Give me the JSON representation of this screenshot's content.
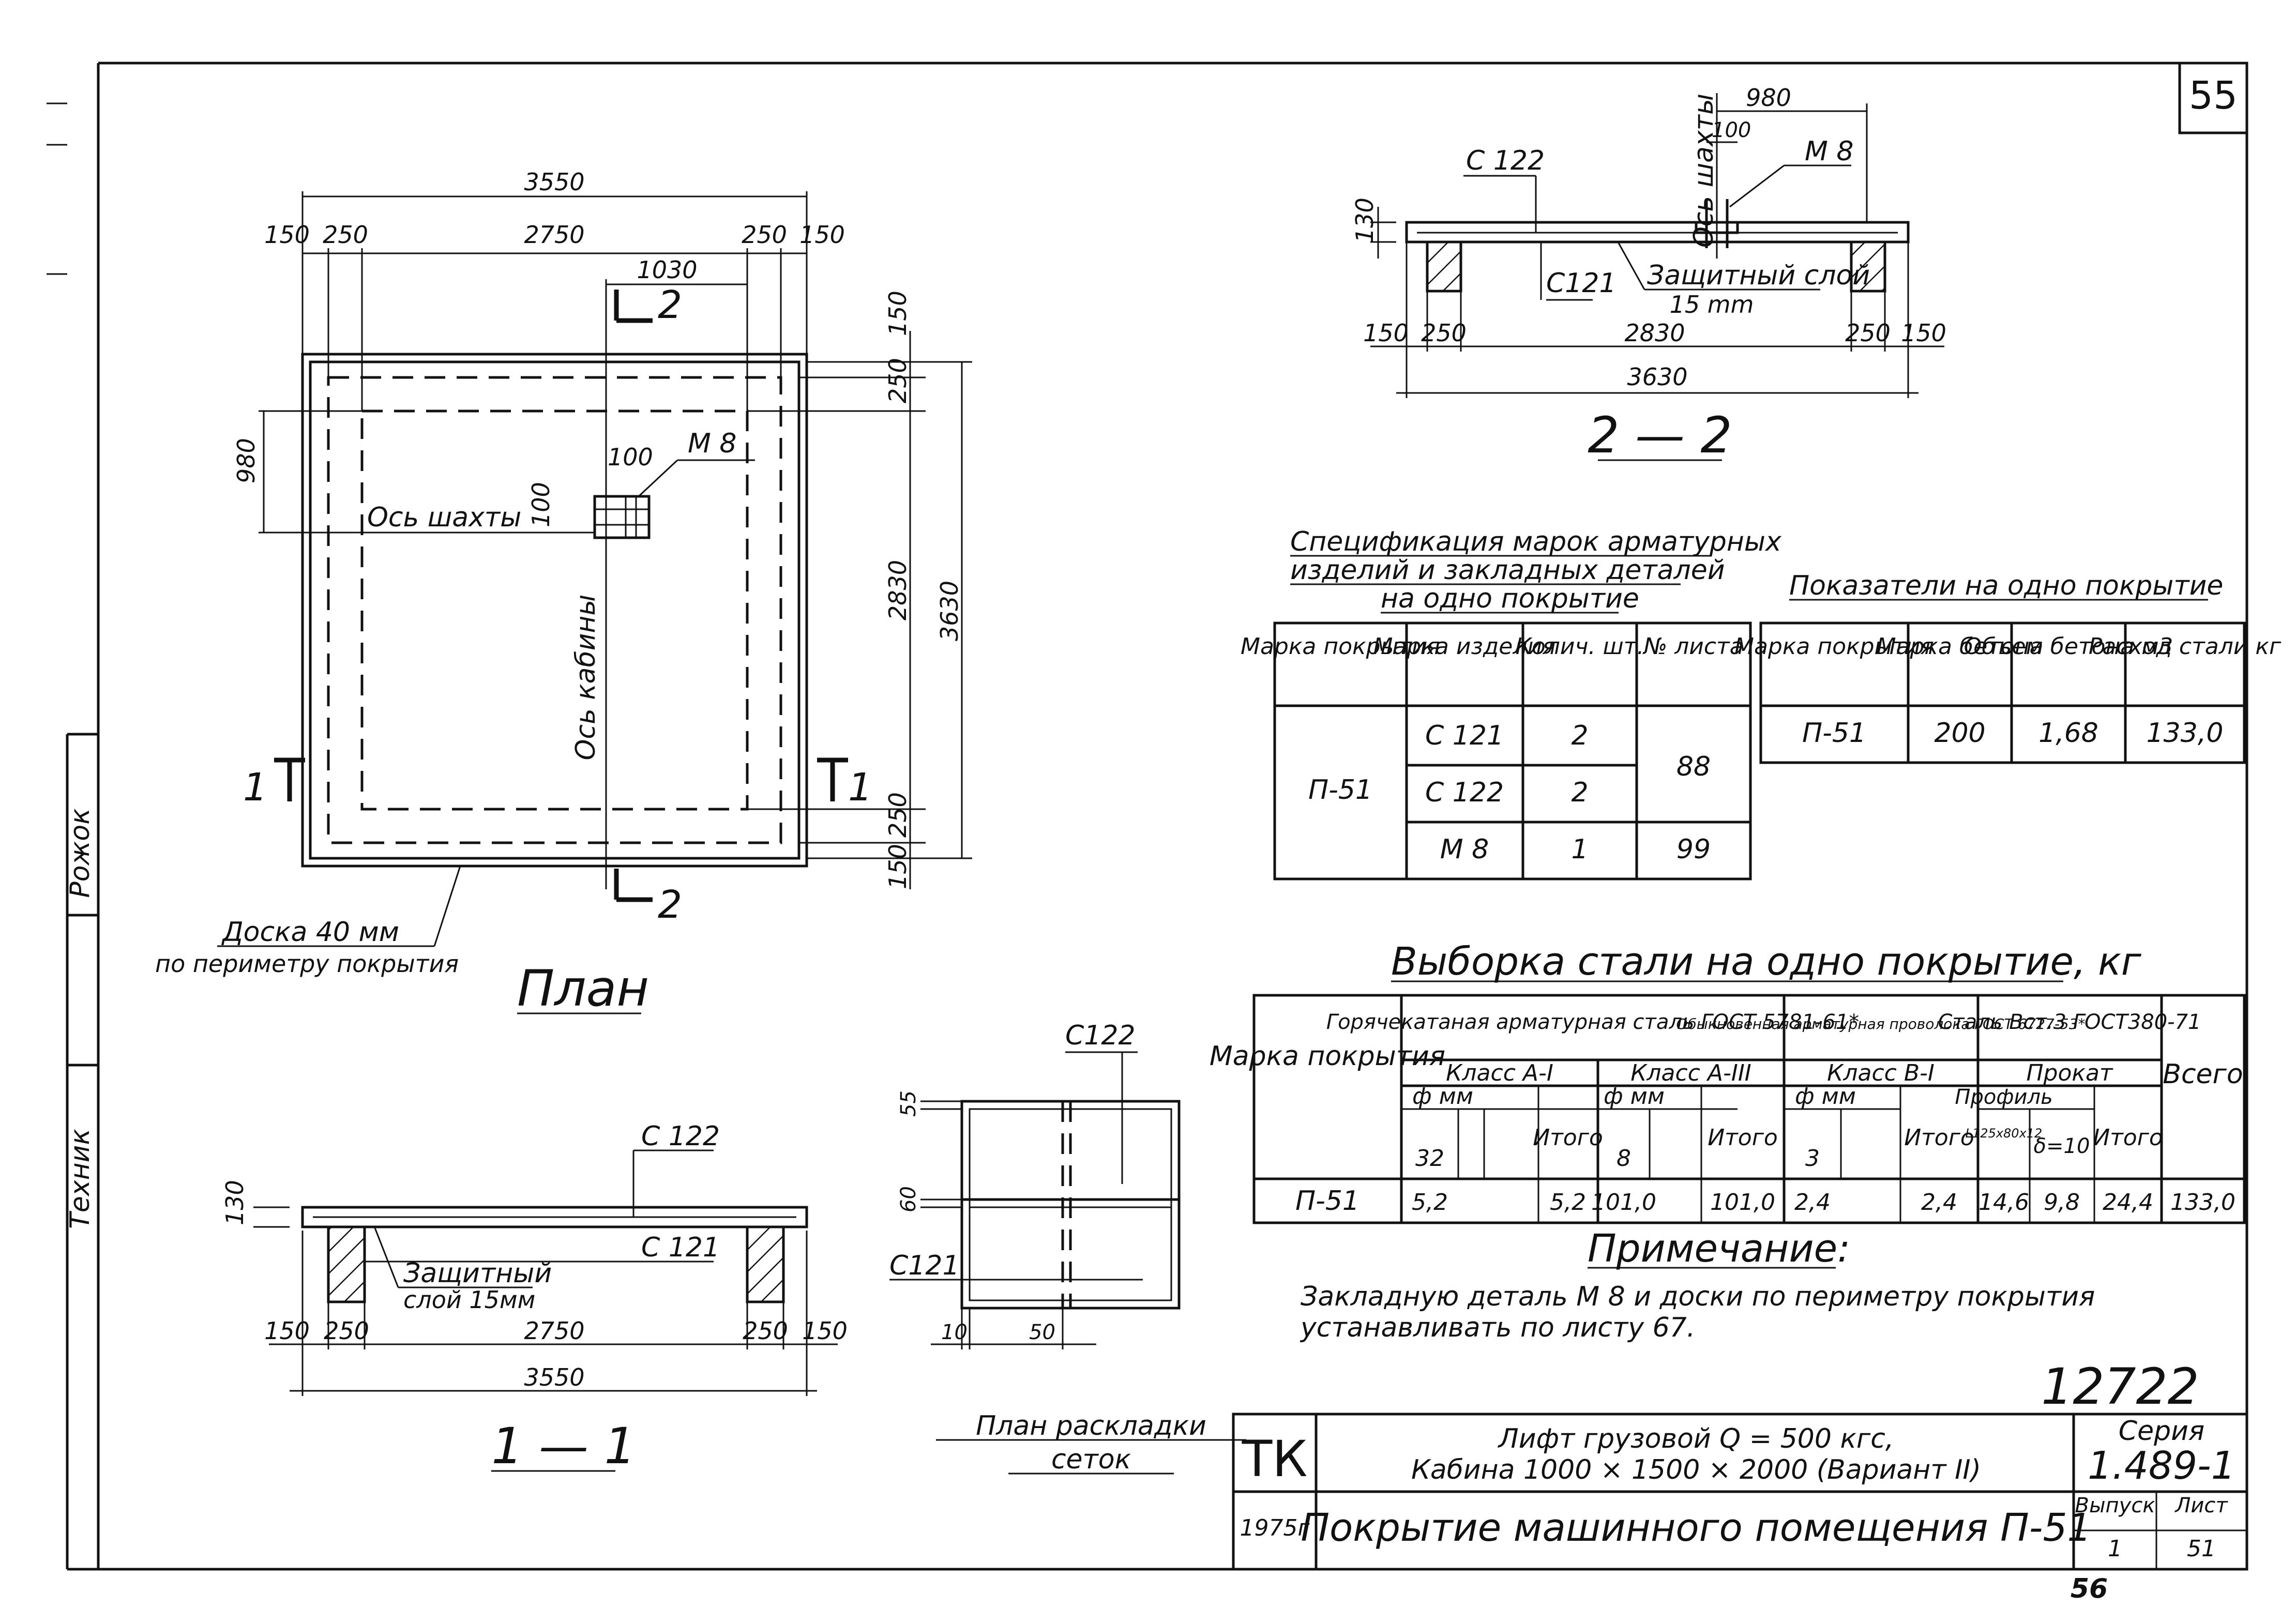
{
  "sheet_number": "55",
  "plan": {
    "title": "План",
    "dims_top": {
      "overall": "3550",
      "left_edge": "150",
      "left_inner": "250",
      "middle": "2750",
      "right_inner": "250",
      "right_edge": "150",
      "offset": "1030"
    },
    "dims_right": {
      "top_edge": "150",
      "top_inner": "250",
      "middle": "2830",
      "bottom_inner": "250",
      "bottom_edge": "150",
      "overall": "3630"
    },
    "dim_left": "980",
    "insert_size_a": "100",
    "insert_size_b": "100",
    "insert_label": "М 8",
    "shaft_axis_label": "Ось шахты",
    "cabin_axis_label": "Ось кабины",
    "section_1": "1",
    "section_2": "2",
    "board_note_line1": "Доска 40 мм",
    "board_note_line2": "по периметру покрытия"
  },
  "section_2_2": {
    "title": "2 — 2",
    "dim_top": "980",
    "dim_100": "100",
    "shaft_axis_label": "Ось шахты",
    "label_c122": "С 122",
    "label_c121": "С121",
    "label_m8": "М 8",
    "protective_layer_line1": "Защитный слой",
    "protective_layer_line2": "15 mm",
    "thickness": "130",
    "dims_bottom": {
      "left_edge": "150",
      "left_inner": "250",
      "middle": "2830",
      "right_inner": "250",
      "right_edge": "150",
      "overall": "3630"
    }
  },
  "section_1_1": {
    "title": "1 — 1",
    "label_c122": "С 122",
    "label_c121": "С 121",
    "thickness": "130",
    "protective_layer_line1": "Защитный",
    "protective_layer_line2": "слой 15мм",
    "dims_bottom": {
      "left_edge": "150",
      "left_inner": "250",
      "middle": "2750",
      "right_inner": "250",
      "right_edge": "150",
      "overall": "3550"
    }
  },
  "mesh_layout": {
    "title_line1": "План раскладки",
    "title_line2": "сеток",
    "label_c122": "С122",
    "label_c121": "С121",
    "dim_55": "55",
    "dim_60": "60",
    "dim_10": "10",
    "dim_50": "50"
  },
  "spec_table": {
    "title_line1": "Спецификация марок арматурных",
    "title_line2": "изделий и закладных деталей",
    "title_line3": "на одно покрытие",
    "headers": [
      "Марка покрытия",
      "Марка изделия",
      "Колич. шт.",
      "№ листа"
    ],
    "cover_mark": "П-51",
    "rows": [
      {
        "item": "С 121",
        "qty": "2"
      },
      {
        "item": "С 122",
        "qty": "2"
      },
      {
        "item": "М 8",
        "qty": "1"
      }
    ],
    "sheet_88": "88",
    "sheet_99": "99"
  },
  "indicators_table": {
    "title": "Показатели на одно покрытие",
    "headers": [
      "Марка покрытия",
      "Марка бетона",
      "Объем бетона м3",
      "Расход стали кг"
    ],
    "row": [
      "П-51",
      "200",
      "1,68",
      "133,0"
    ]
  },
  "steel_table": {
    "title": "Выборка стали на одно покрытие, кг",
    "col_mark": "Марка покрытия",
    "group1": "Горячекатаная арматурная сталь ГОСТ 5781-61*",
    "group2": "Обыкновенная арматурная проволока ГОСТ 6727-53*",
    "group3": "Сталь Вст.3 ГОСТ380-71",
    "total": "Всего",
    "class_a1": "Класс А-I",
    "class_a3": "Класс А-III",
    "class_b1": "Класс В-I",
    "rolled": "Прокат",
    "phi_mm": "ф мм",
    "itogo": "Итого",
    "profile": "Профиль",
    "profile_a": "L125х80х12",
    "profile_b": "δ=10",
    "d32": "32",
    "d8": "8",
    "d3": "3",
    "row": {
      "mark": "П-51",
      "a1_32": "5,2",
      "a1_total": "5,2",
      "a3_8": "101,0",
      "a3_total": "101,0",
      "b1_3": "2,4",
      "b1_total": "2,4",
      "p1": "14,6",
      "p2": "9,8",
      "p_total": "24,4",
      "all": "133,0"
    }
  },
  "note": {
    "title": "Примечание:",
    "line1": "Закладную деталь М 8 и доски по периметру покрытия",
    "line2": "устанавливать по листу 67."
  },
  "title_block": {
    "org": "ТК",
    "year": "1975г",
    "line1": "Лифт грузовой Q = 500 кгс,",
    "line2": "Кабина 1000 × 1500 × 2000 (Вариант II)",
    "sheet_title": "Покрытие машинного помещения П-51",
    "series_label": "Серия",
    "series": "1.489-1",
    "issue_label": "Выпуск",
    "issue": "1",
    "list_label": "Лист",
    "list": "51",
    "inventory": "12722",
    "page_bottom": "56"
  },
  "margin_stamp": {
    "role1": "Техник",
    "role2": "Рожок"
  }
}
